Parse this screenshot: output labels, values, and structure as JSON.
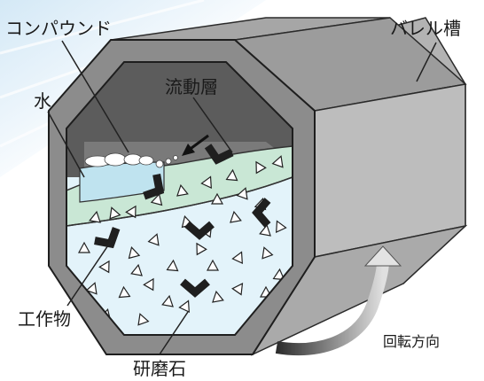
{
  "labels": {
    "compound": "コンパウンド",
    "barrel": "バレル槽",
    "water": "水",
    "flow_layer": "流動層",
    "workpiece": "工作物",
    "abrasive": "研磨石",
    "rotation": "回転方向"
  },
  "colors": {
    "barrel_face": "#8c8c8c",
    "barrel_side": "#b8b8b8",
    "barrel_top": "#a6a6a6",
    "interior_back": "#5c5c5c",
    "water": "#bfe3ef",
    "flow_layer": "#c9e7d5",
    "lower_media": "#e3f3fa",
    "workpiece": "#1f1f1f",
    "arrow_gradient_start": "#2b2b2b",
    "arrow_gradient_end": "#e0e0e0"
  }
}
